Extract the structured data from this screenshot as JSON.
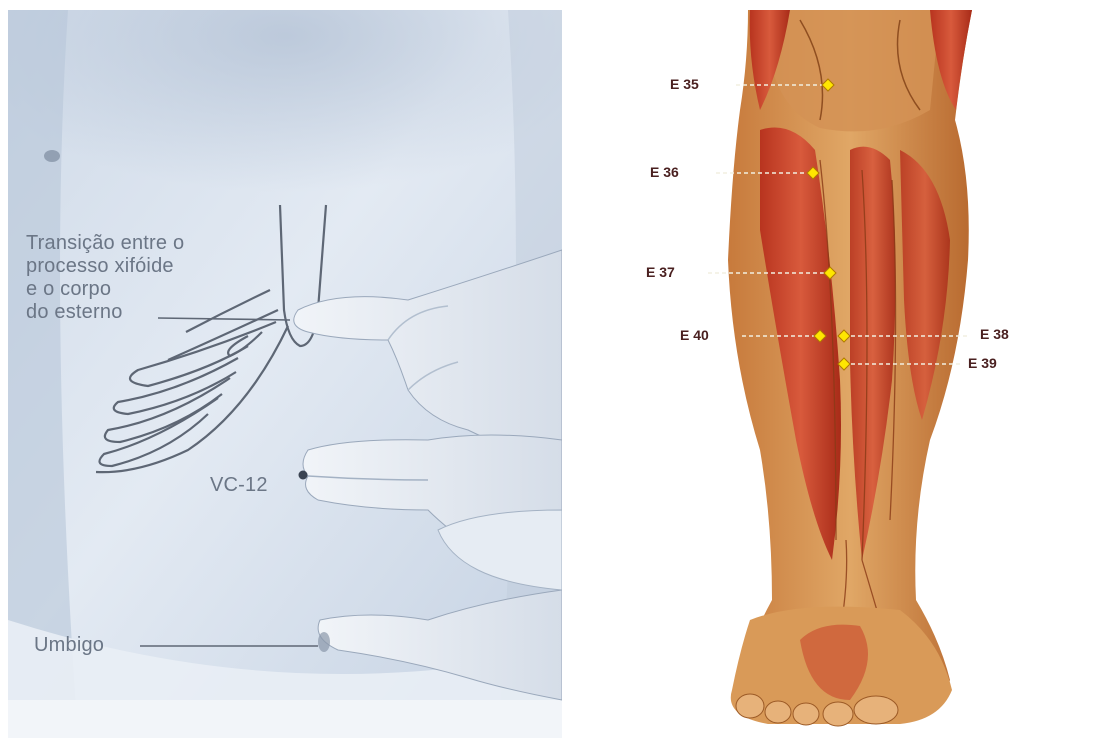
{
  "left_figure": {
    "labels": {
      "transition": "Transição entre o\nprocesso xifóide\ne o corpo\ndo esterno",
      "point": "VC-12",
      "navel": "Umbigo"
    },
    "colors": {
      "skin_light": "#dfe7f1",
      "skin_shadow": "#a9b9cd",
      "line": "#5e6775",
      "text": "#6b7686"
    }
  },
  "right_figure": {
    "points": [
      {
        "id": "E35",
        "label": "E 35",
        "side": "left"
      },
      {
        "id": "E36",
        "label": "E 36",
        "side": "left"
      },
      {
        "id": "E37",
        "label": "E 37",
        "side": "left"
      },
      {
        "id": "E40",
        "label": "E 40",
        "side": "left"
      },
      {
        "id": "E38",
        "label": "E 38",
        "side": "right"
      },
      {
        "id": "E39",
        "label": "E 39",
        "side": "right"
      }
    ],
    "colors": {
      "marker_fill": "#ffe600",
      "marker_stroke": "#b07a00",
      "muscle": "#c8412a",
      "skin": "#d99a58",
      "leader": "#f2efe0"
    }
  }
}
